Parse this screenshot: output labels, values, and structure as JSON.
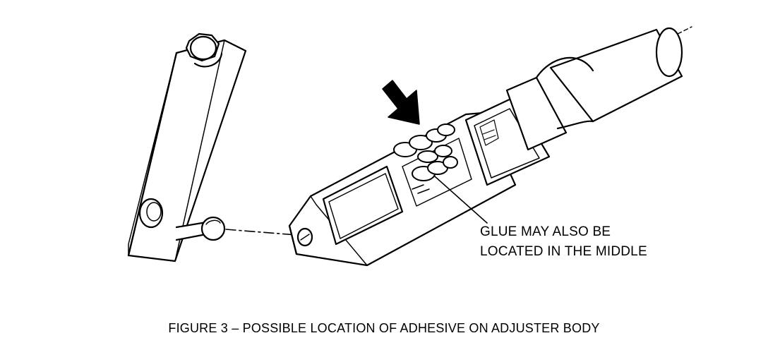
{
  "callout": {
    "line1": "GLUE MAY ALSO BE",
    "line2": "LOCATED IN THE MIDDLE"
  },
  "caption": "FIGURE 3 – POSSIBLE LOCATION OF ADHESIVE ON ADJUSTER BODY",
  "colors": {
    "ink": "#000000",
    "paper": "#ffffff"
  },
  "icons": {
    "pointer": "down-right-arrow-icon"
  }
}
